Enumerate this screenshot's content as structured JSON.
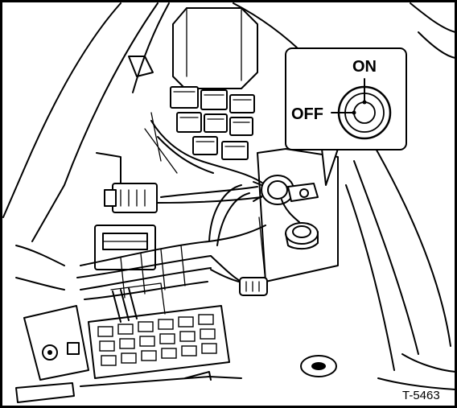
{
  "callout": {
    "on_label": "ON",
    "off_label": "OFF"
  },
  "figure_code": "T-5463",
  "icons": [
    "ignition-lock-icon",
    "key-icon",
    "fuse-box-icon",
    "relay-icon",
    "connector-icon",
    "wiring-harness-icon"
  ],
  "colors": {
    "line": "#000000",
    "background": "#ffffff"
  }
}
